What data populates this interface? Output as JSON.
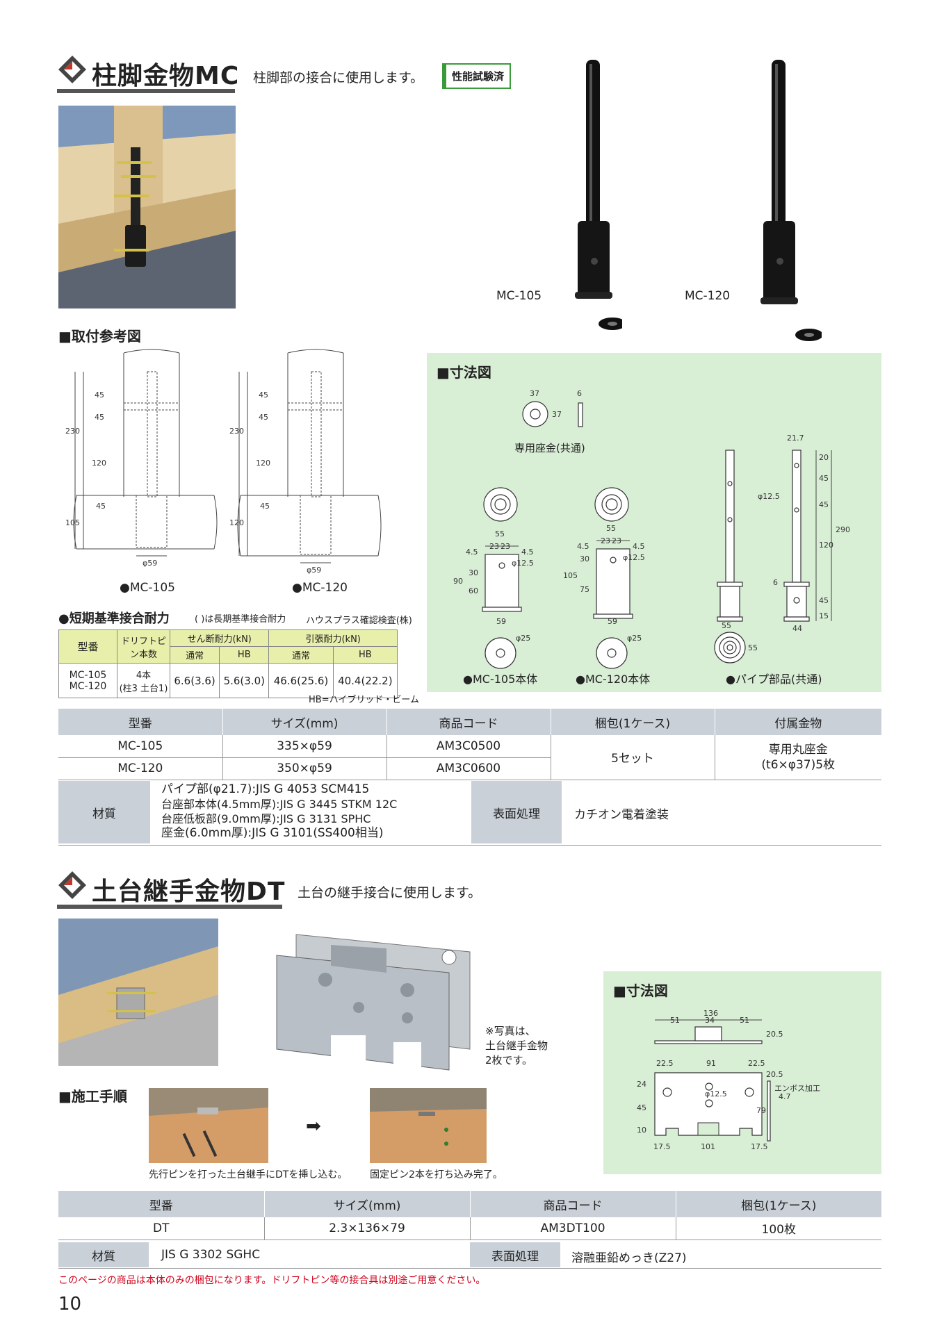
{
  "mc": {
    "title": "柱脚金物MC",
    "tagline": "柱脚部の接合に使用します。",
    "badge": "性能試験済",
    "model_a": "MC-105",
    "model_b": "MC-120",
    "ref_heading": "■取付参考図",
    "ref_caption_a": "●MC-105",
    "ref_caption_b": "●MC-120",
    "ref_dims_a": {
      "d1": "45",
      "d2": "45",
      "d3": "230",
      "d4": "120",
      "d5": "45",
      "d6": "105",
      "phi": "φ59"
    },
    "ref_dims_b": {
      "d1": "45",
      "d2": "45",
      "d3": "230",
      "d4": "120",
      "d5": "45",
      "d6": "120",
      "phi": "φ59"
    },
    "dims_heading": "■寸法図",
    "washer_label": "専用座金(共通)",
    "washer_dims": {
      "w": "37",
      "h": "37",
      "t": "6"
    },
    "body105_caption": "●MC-105本体",
    "body120_caption": "●MC-120本体",
    "pipe_caption": "●パイプ部品(共通)",
    "body105_dims": {
      "w": "55",
      "a": "23",
      "b": "23",
      "e1": "4.5",
      "e2": "4.5",
      "hole": "φ12.5",
      "h1": "30",
      "h2": "60",
      "total": "90",
      "base": "59",
      "bottom": "φ25"
    },
    "body120_dims": {
      "w": "55",
      "a": "23",
      "b": "23",
      "e1": "4.5",
      "e2": "4.5",
      "hole": "φ12.5",
      "h1": "30",
      "h2": "75",
      "total": "105",
      "base": "59",
      "bottom": "φ25"
    },
    "pipe_dims": {
      "d": "21.7",
      "hole": "φ12.5",
      "a": "20",
      "b": "45",
      "c": "45",
      "d2": "120",
      "e": "45",
      "f": "15",
      "total": "290",
      "t": "6",
      "base": "44",
      "plate": "55",
      "plate2": "55"
    },
    "perf_heading": "●短期基準接合耐力",
    "perf_note": "( )は長期基準接合耐力",
    "perf_org": "ハウスプラス確認検査(株)",
    "perf_table": {
      "h_model": "型番",
      "h_pin": "ドリフトピン本数",
      "h_shear": "せん断耐力(kN)",
      "h_tension": "引張耐力(kN)",
      "h_normal": "通常",
      "h_hb": "HB",
      "h_normal2": "通常",
      "h_hb2": "HB",
      "models": "MC-105\nMC-120",
      "pins": "4本\n(柱3 土台1)",
      "shear_normal": "6.6(3.6)",
      "shear_hb": "5.6(3.0)",
      "tension_normal": "46.6(25.6)",
      "tension_hb": "40.4(22.2)"
    },
    "hb_note": "HB=ハイブリッド・ビーム",
    "spec_headers": [
      "型番",
      "サイズ(mm)",
      "商品コード",
      "梱包(1ケース)",
      "付属金物"
    ],
    "spec_rows": [
      {
        "model": "MC-105",
        "size": "335×φ59",
        "code": "AM3C0500"
      },
      {
        "model": "MC-120",
        "size": "350×φ59",
        "code": "AM3C0600"
      }
    ],
    "pack": "5セット",
    "accessory": "専用丸座金\n(t6×φ37)5枚",
    "material_label": "材質",
    "materials": [
      "パイプ部(φ21.7):JIS G 4053 SCM415",
      "台座部本体(4.5mm厚):JIS G 3445 STKM 12C",
      "台座低板部(9.0mm厚):JIS G 3131 SPHC",
      "座金(6.0mm厚):JIS G 3101(SS400相当)"
    ],
    "surface_label": "表面処理",
    "surface": "カチオン電着塗装"
  },
  "dt": {
    "title": "土台継手金物DT",
    "tagline": "土台の継手接合に使用します。",
    "photo_note": "※写真は、\n土台継手金物\n2枚です。",
    "dims_heading": "■寸法図",
    "dims": {
      "total": "136",
      "l": "51",
      "m": "34",
      "r": "51",
      "h": "20.5",
      "a": "22.5",
      "b": "91",
      "c": "22.5",
      "side": "20.5",
      "emboss": "エンボス加工",
      "emboss_d": "4.7",
      "v1": "24",
      "v2": "45",
      "v3": "10",
      "height": "79",
      "hole": "φ12.5",
      "bl": "17.5",
      "bm": "101",
      "br": "17.5"
    },
    "procedure_heading": "■施工手順",
    "step1": "先行ピンを打った土台継手にDTを挿し込む。",
    "step2": "固定ピン2本を打ち込み完了。",
    "spec_headers": [
      "型番",
      "サイズ(mm)",
      "商品コード",
      "梱包(1ケース)"
    ],
    "spec_row": {
      "model": "DT",
      "size": "2.3×136×79",
      "code": "AM3DT100",
      "pack": "100枚"
    },
    "material_label": "材質",
    "material": "JIS G 3302 SGHC",
    "surface_label": "表面処理",
    "surface": "溶融亜鉛めっき(Z27)"
  },
  "footer_note": "このページの商品は本体のみの梱包になります。ドリフトピン等の接合具は別途ご用意ください。",
  "page_number": "10",
  "colors": {
    "green_box": "#d8eed5",
    "header_gray": "#c9d0d8",
    "perf_header": "#e7efaa",
    "note_red": "#d0021b",
    "badge_green": "#3a9a3a"
  }
}
